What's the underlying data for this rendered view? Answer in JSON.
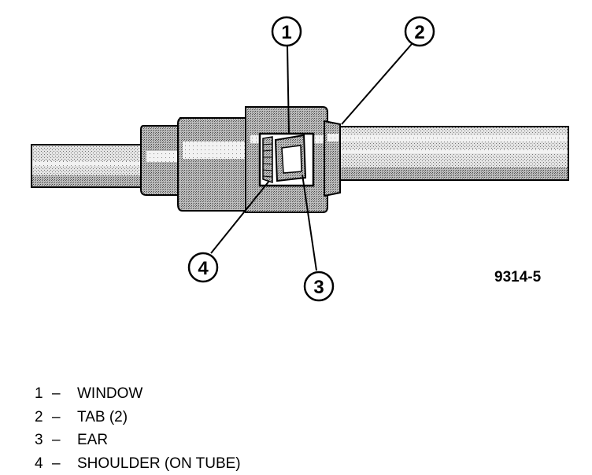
{
  "figure": {
    "code": "9314-5",
    "callouts": [
      {
        "id": "callout-1",
        "label": "1"
      },
      {
        "id": "callout-2",
        "label": "2"
      },
      {
        "id": "callout-3",
        "label": "3"
      },
      {
        "id": "callout-4",
        "label": "4"
      }
    ]
  },
  "legend": {
    "separator": "–",
    "items": [
      {
        "number": "1",
        "text": "WINDOW"
      },
      {
        "number": "2",
        "text": "TAB (2)"
      },
      {
        "number": "3",
        "text": "EAR"
      },
      {
        "number": "4",
        "text": "SHOULDER (ON TUBE)"
      }
    ]
  }
}
